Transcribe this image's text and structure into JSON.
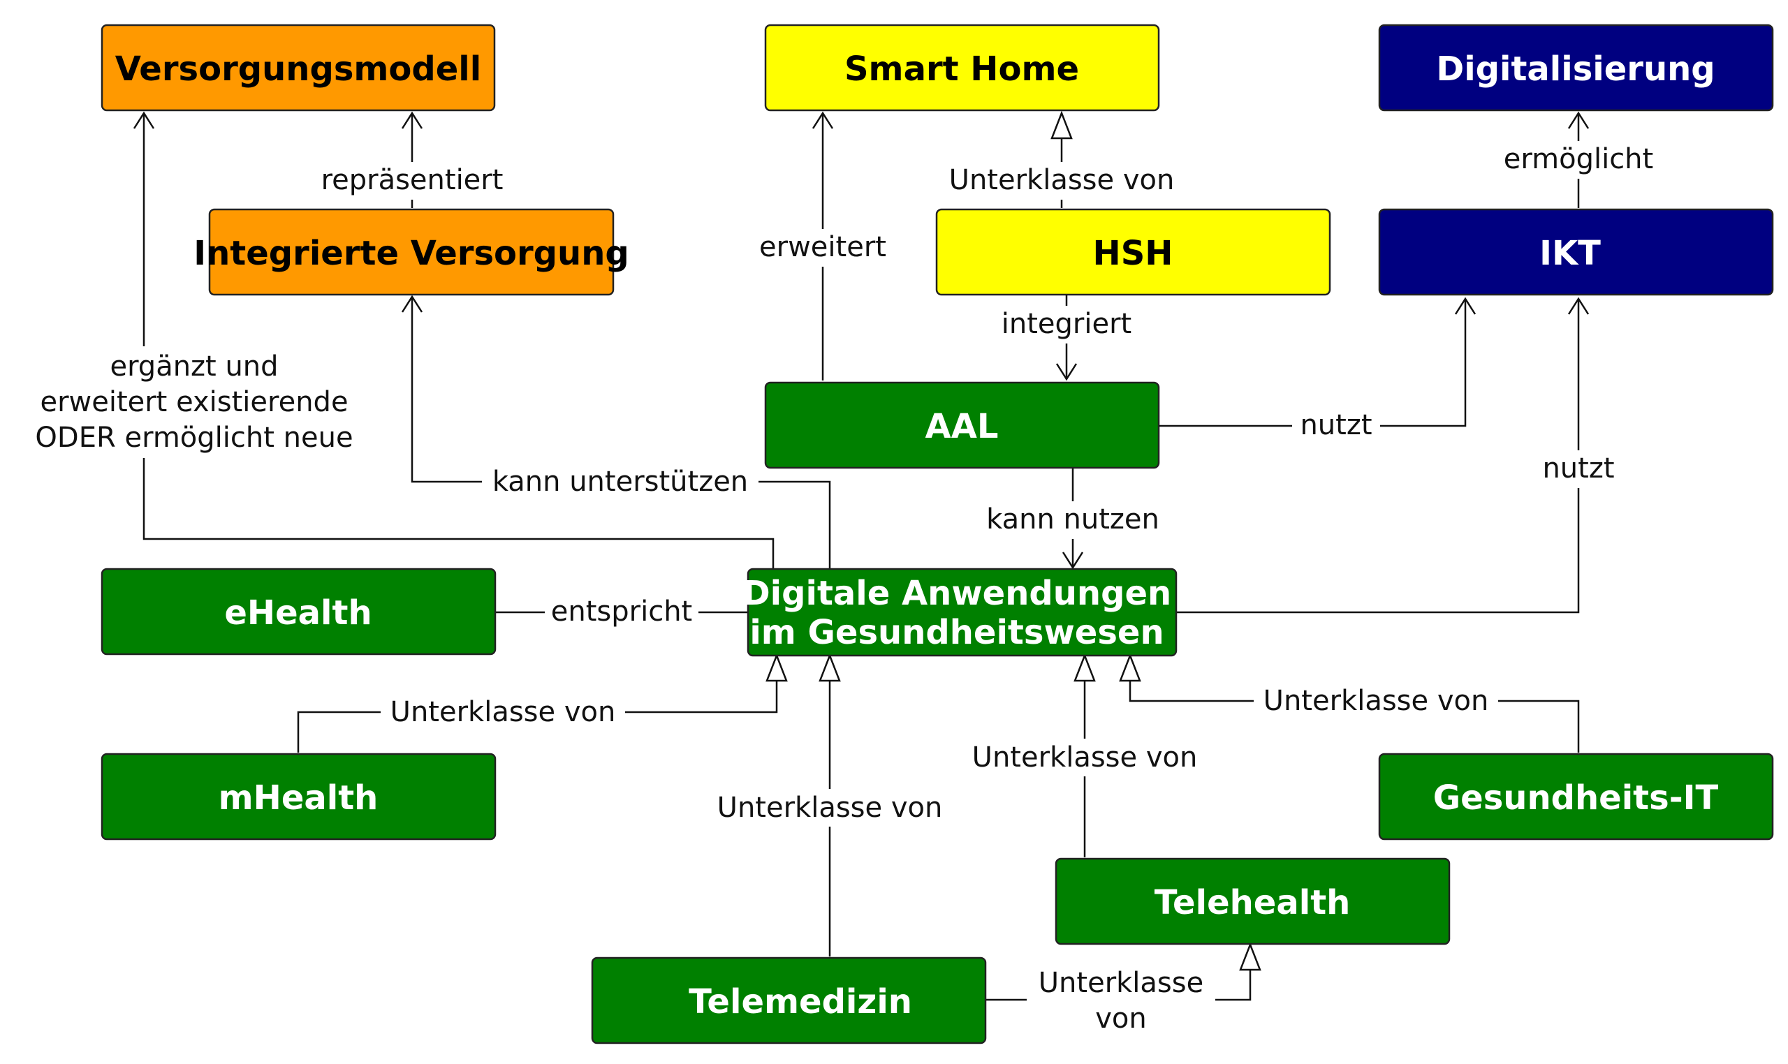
{
  "colors": {
    "orange": "#FF9900",
    "yellow": "#FFFF00",
    "navy": "#000080",
    "green": "#008000",
    "line": "#111111"
  },
  "nodes": {
    "versorgungsmodell": {
      "label": "Versorgungsmodell",
      "fill": "#FF9900",
      "text_color": "#000000"
    },
    "smart_home": {
      "label": "Smart Home",
      "fill": "#FFFF00",
      "text_color": "#000000"
    },
    "digitalisierung": {
      "label": "Digitalisierung",
      "fill": "#000080",
      "text_color": "#FFFFFF"
    },
    "integrierte_versorgung": {
      "label": "Integrierte Versorgung",
      "fill": "#FF9900",
      "text_color": "#000000"
    },
    "hsh": {
      "label": "HSH",
      "fill": "#FFFF00",
      "text_color": "#000000"
    },
    "ikt": {
      "label": "IKT",
      "fill": "#000080",
      "text_color": "#FFFFFF"
    },
    "aal": {
      "label": "AAL",
      "fill": "#008000",
      "text_color": "#FFFFFF"
    },
    "ehealth": {
      "label": "eHealth",
      "fill": "#008000",
      "text_color": "#FFFFFF"
    },
    "digitale_anwendungen": {
      "label_line1": "Digitale Anwendungen",
      "label_line2": "im Gesundheitswesen",
      "fill": "#008000",
      "text_color": "#FFFFFF"
    },
    "mhealth": {
      "label": "mHealth",
      "fill": "#008000",
      "text_color": "#FFFFFF"
    },
    "gesundheits_it": {
      "label": "Gesundheits-IT",
      "fill": "#008000",
      "text_color": "#FFFFFF"
    },
    "telehealth": {
      "label": "Telehealth",
      "fill": "#008000",
      "text_color": "#FFFFFF"
    },
    "telemedizin": {
      "label": "Telemedizin",
      "fill": "#008000",
      "text_color": "#FFFFFF"
    }
  },
  "edges": {
    "integrierte_repraesentiert": "repräsentiert",
    "hsh_unterklasse": "Unterklasse von",
    "ikt_ermoeglicht": "ermöglicht",
    "aal_erweitert": "erweitert",
    "hsh_integriert": "integriert",
    "aal_nutzt": "nutzt",
    "dag_nutzt": "nutzt",
    "dag_ergaenzt_line1": "ergänzt und",
    "dag_ergaenzt_line2": "erweitert existierende",
    "dag_ergaenzt_line3": "ODER ermöglicht neue",
    "dag_kann_unterstuetzen": "kann unterstützen",
    "aal_kann_nutzen": "kann nutzen",
    "ehealth_entspricht": "entspricht",
    "mhealth_unterklasse": "Unterklasse von",
    "telemedizin_unterklasse": "Unterklasse von",
    "telehealth_unterklasse": "Unterklasse von",
    "gesundheits_it_unterklasse": "Unterklasse von",
    "telemedizin_telehealth_line1": "Unterklasse",
    "telemedizin_telehealth_line2": "von"
  }
}
